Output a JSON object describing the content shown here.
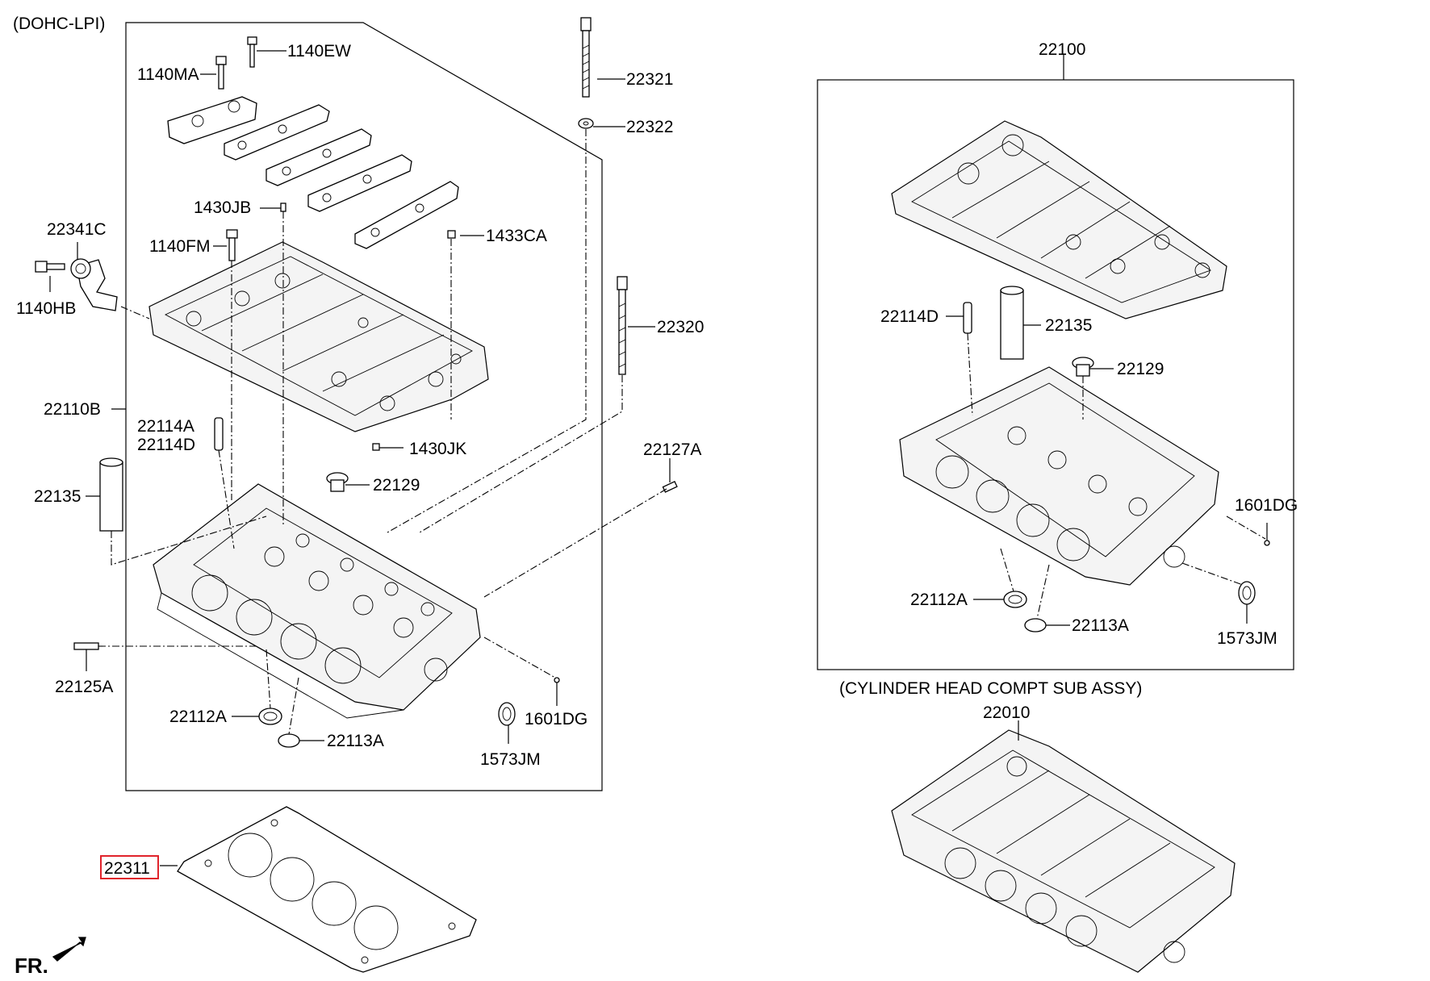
{
  "variant_label": "(DOHC-LPI)",
  "subassy_caption": "(CYLINDER HEAD COMPT SUB ASSY)",
  "front_marker": "FR.",
  "highlight_color": "#e0232b",
  "highlighted_part": "22311",
  "parts": {
    "p1140EW": "1140EW",
    "p1140MA": "1140MA",
    "p22321": "22321",
    "p22322": "22322",
    "p1430JB": "1430JB",
    "p1433CA": "1433CA",
    "p22341C": "22341C",
    "p1140FM": "1140FM",
    "p1140HB": "1140HB",
    "p22320": "22320",
    "p22110B": "22110B",
    "p22114A": "22114A",
    "p22114D": "22114D",
    "p1430JK": "1430JK",
    "p22127A": "22127A",
    "p22135": "22135",
    "p22129": "22129",
    "p22125A": "22125A",
    "p22112A": "22112A",
    "p1601DG": "1601DG",
    "p22113A": "22113A",
    "p1573JM": "1573JM",
    "p22311": "22311",
    "p22100": "22100",
    "r22114D": "22114D",
    "r22135": "22135",
    "r22129": "22129",
    "r1601DG": "1601DG",
    "r22112A": "22112A",
    "r22113A": "22113A",
    "r1573JM": "1573JM",
    "p22010": "22010"
  }
}
